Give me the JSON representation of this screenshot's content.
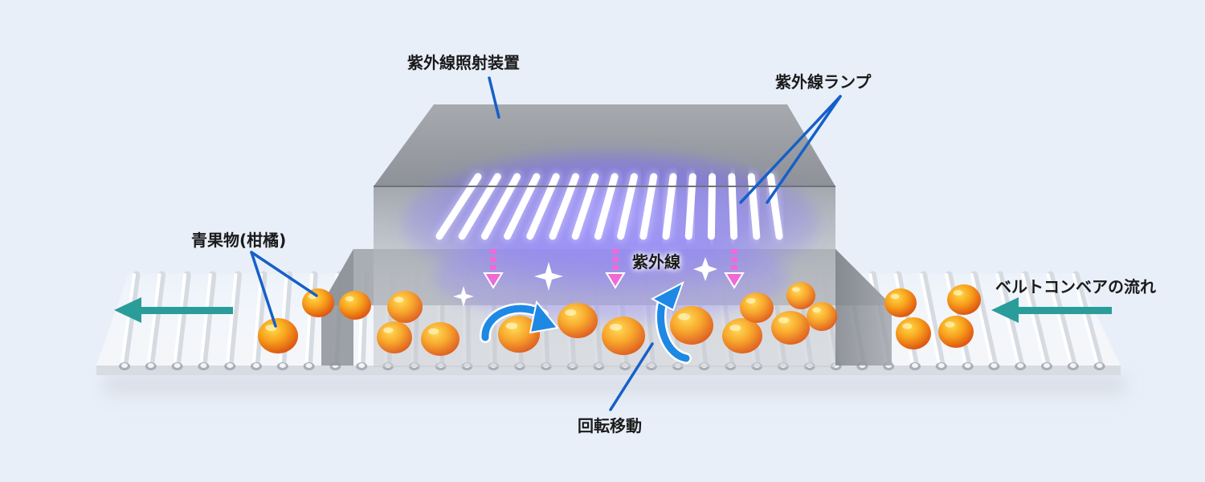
{
  "labels": {
    "device": "紫外線照射装置",
    "lamp": "紫外線ランプ",
    "fruit": "青果物(柑橘)",
    "uv": "紫外線",
    "conveyor_flow": "ベルトコンベアの流れ",
    "rotation": "回転移動"
  },
  "colors": {
    "background": "#e8eff9",
    "housing": "#9a9ea4",
    "uv_glow": "#7b6cff",
    "uv_arrow": "#f06ad6",
    "fruit": "#f29a1c",
    "callout": "#1560c8",
    "flow_arrow": "#2a9d9a",
    "rotate_arrow": "#1e88e5"
  },
  "icons": {
    "uv_arrow": "pink-dashed-down-arrow-icon",
    "sparkle": "sparkle-icon",
    "rotate": "curved-rotate-arrow-icon",
    "flow": "left-arrow-icon"
  }
}
